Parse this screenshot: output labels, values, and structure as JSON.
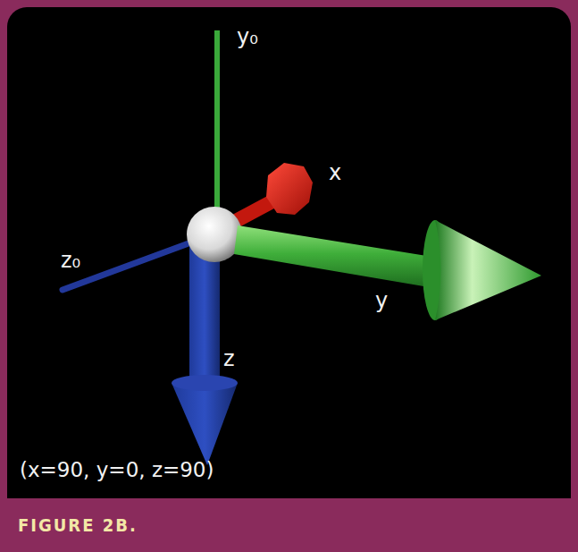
{
  "diagram": {
    "caption": "FIGURE 2B.",
    "labels": [
      "y₀",
      "x",
      "z₀",
      "y",
      "z",
      "(x=90, y=0, z=90)"
    ]
  }
}
